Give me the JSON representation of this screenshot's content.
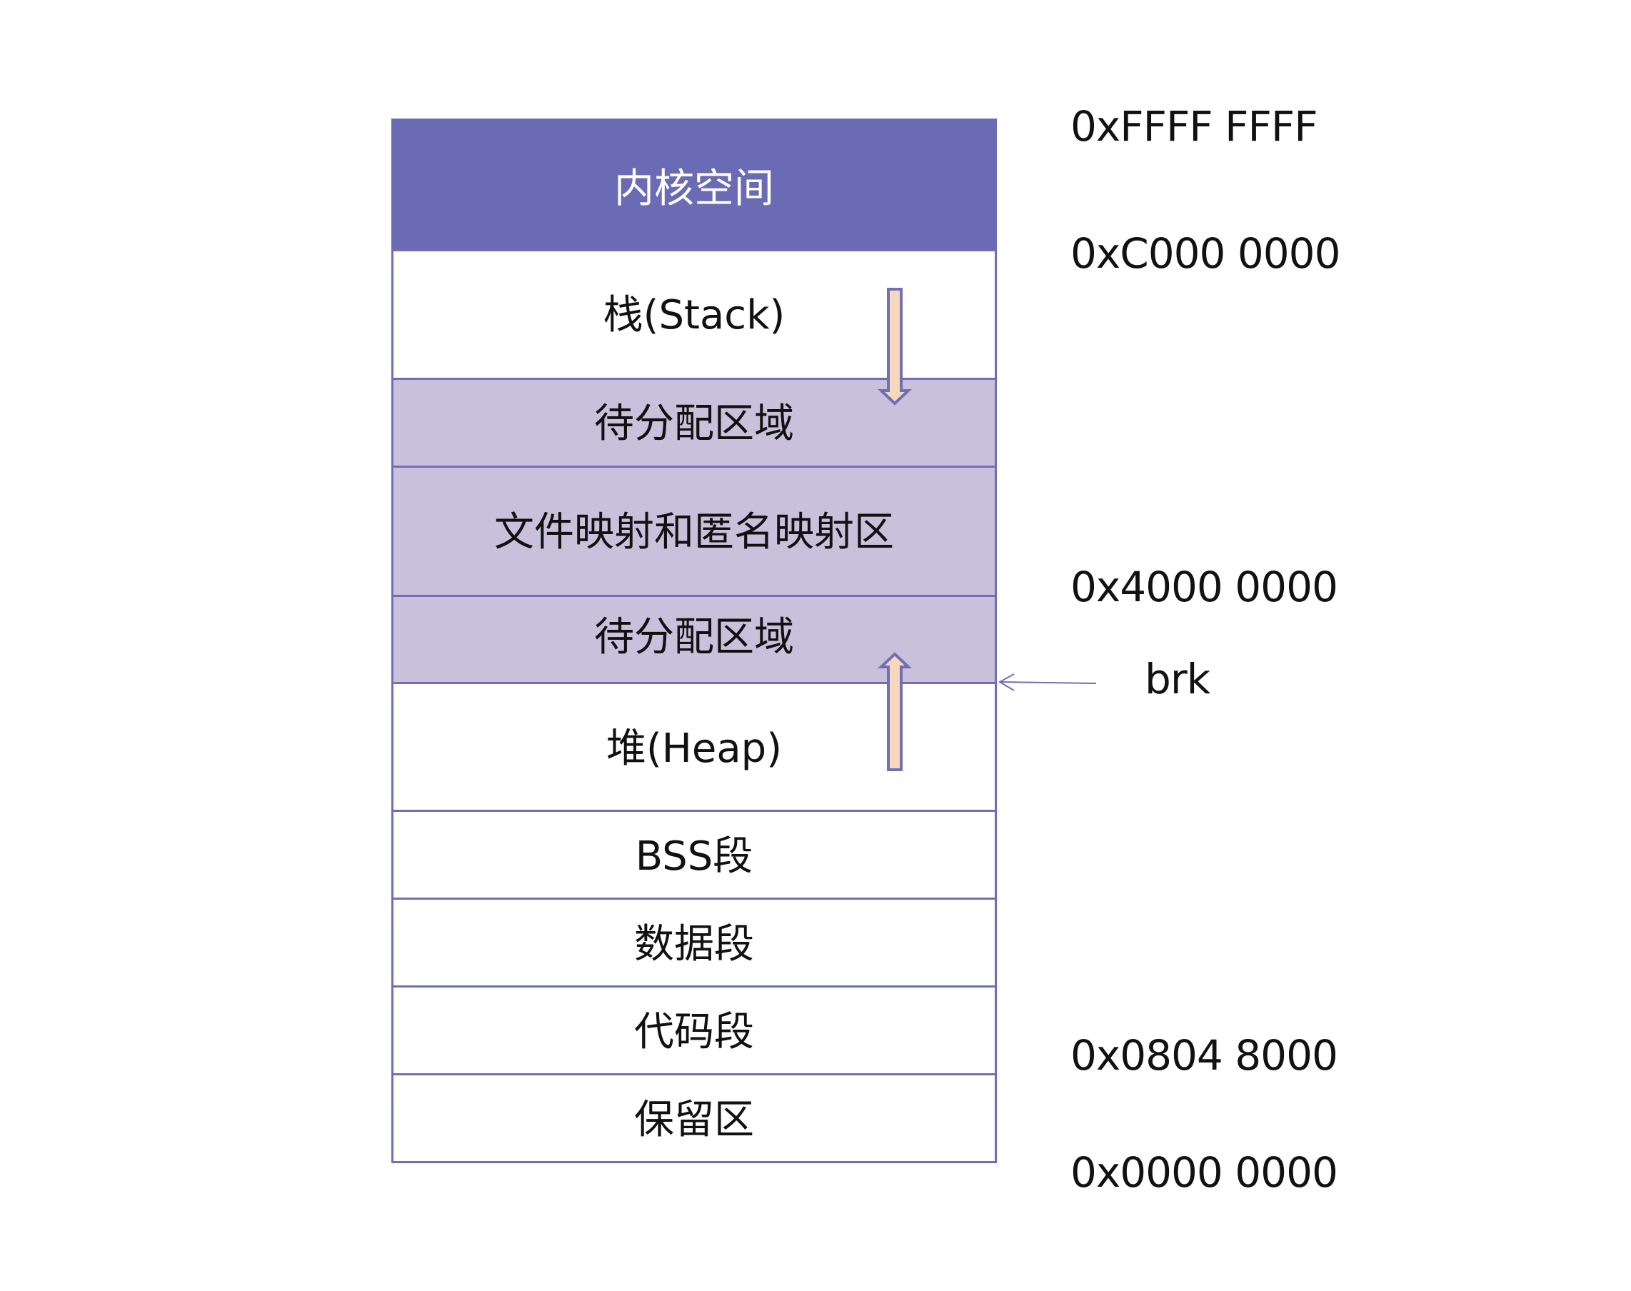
{
  "colors": {
    "kernel_fill": "#6B6BB5",
    "free_fill": "#C9C1DB",
    "white_fill": "#FFFFFF",
    "border": "#6F6FB8",
    "arrow_fill": "#F7D8BD",
    "text": "#111111",
    "kernel_text": "#FFFFFF"
  },
  "segments": [
    {
      "label": "内核空间",
      "fill": "kernel"
    },
    {
      "label": "栈(Stack)",
      "fill": "white"
    },
    {
      "label": "待分配区域",
      "fill": "free"
    },
    {
      "label": "文件映射和匿名映射区",
      "fill": "free"
    },
    {
      "label": "待分配区域",
      "fill": "free"
    },
    {
      "label": "堆(Heap)",
      "fill": "white"
    },
    {
      "label": "BSS段",
      "fill": "white"
    },
    {
      "label": "数据段",
      "fill": "white"
    },
    {
      "label": "代码段",
      "fill": "white"
    },
    {
      "label": "保留区",
      "fill": "white"
    }
  ],
  "addresses": [
    {
      "label": "0xFFFF FFFF"
    },
    {
      "label": "0xC000 0000"
    },
    {
      "label": "0x4000 0000"
    },
    {
      "label": "0x0804 8000"
    },
    {
      "label": "0x0000 0000"
    }
  ],
  "pointer": {
    "label": "brk"
  },
  "arrows": [
    {
      "name": "stack-grows-down",
      "direction": "down"
    },
    {
      "name": "heap-grows-up",
      "direction": "up"
    }
  ]
}
